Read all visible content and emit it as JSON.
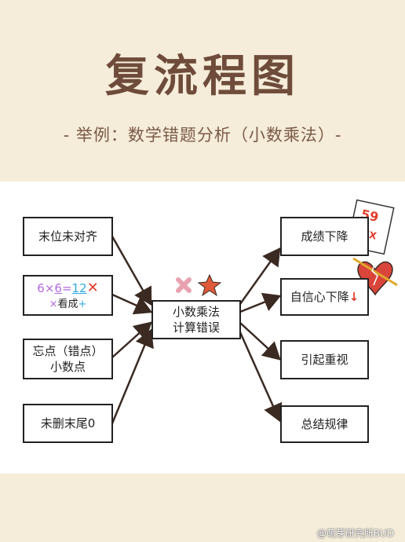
{
  "header": {
    "title": "复流程图",
    "subtitle": "- 举例：数学错题分析（小数乘法）-"
  },
  "diagram": {
    "center": {
      "line1": "小数乘法",
      "line2": "计算错误"
    },
    "left_nodes": [
      {
        "label": "末位未对齐"
      },
      {
        "eq_a": "6",
        "eq_op": "×",
        "eq_b": "6",
        "eq_eq": "=",
        "eq_result": "12",
        "eq_mark": "✕",
        "line2_a": "×",
        "line2_b": "看成",
        "line2_c": "+"
      },
      {
        "line1": "忘点（错点）",
        "line2": "小数点"
      },
      {
        "label": "未删末尾0"
      }
    ],
    "right_nodes": [
      {
        "label": "成绩下降"
      },
      {
        "label": "自信心下降",
        "arrow": "↓"
      },
      {
        "label": "引起重视"
      },
      {
        "label": "总结规律"
      }
    ],
    "score_paper": {
      "score": "59",
      "marks": "XXX"
    },
    "icons": [
      "cross-icon",
      "star-icon",
      "broken-heart-icon"
    ],
    "colors": {
      "pink": "#e8a2b0",
      "star": "#e05a3a",
      "heart": "#d9453a"
    }
  },
  "watermark": "@萌芽研究所BUD"
}
